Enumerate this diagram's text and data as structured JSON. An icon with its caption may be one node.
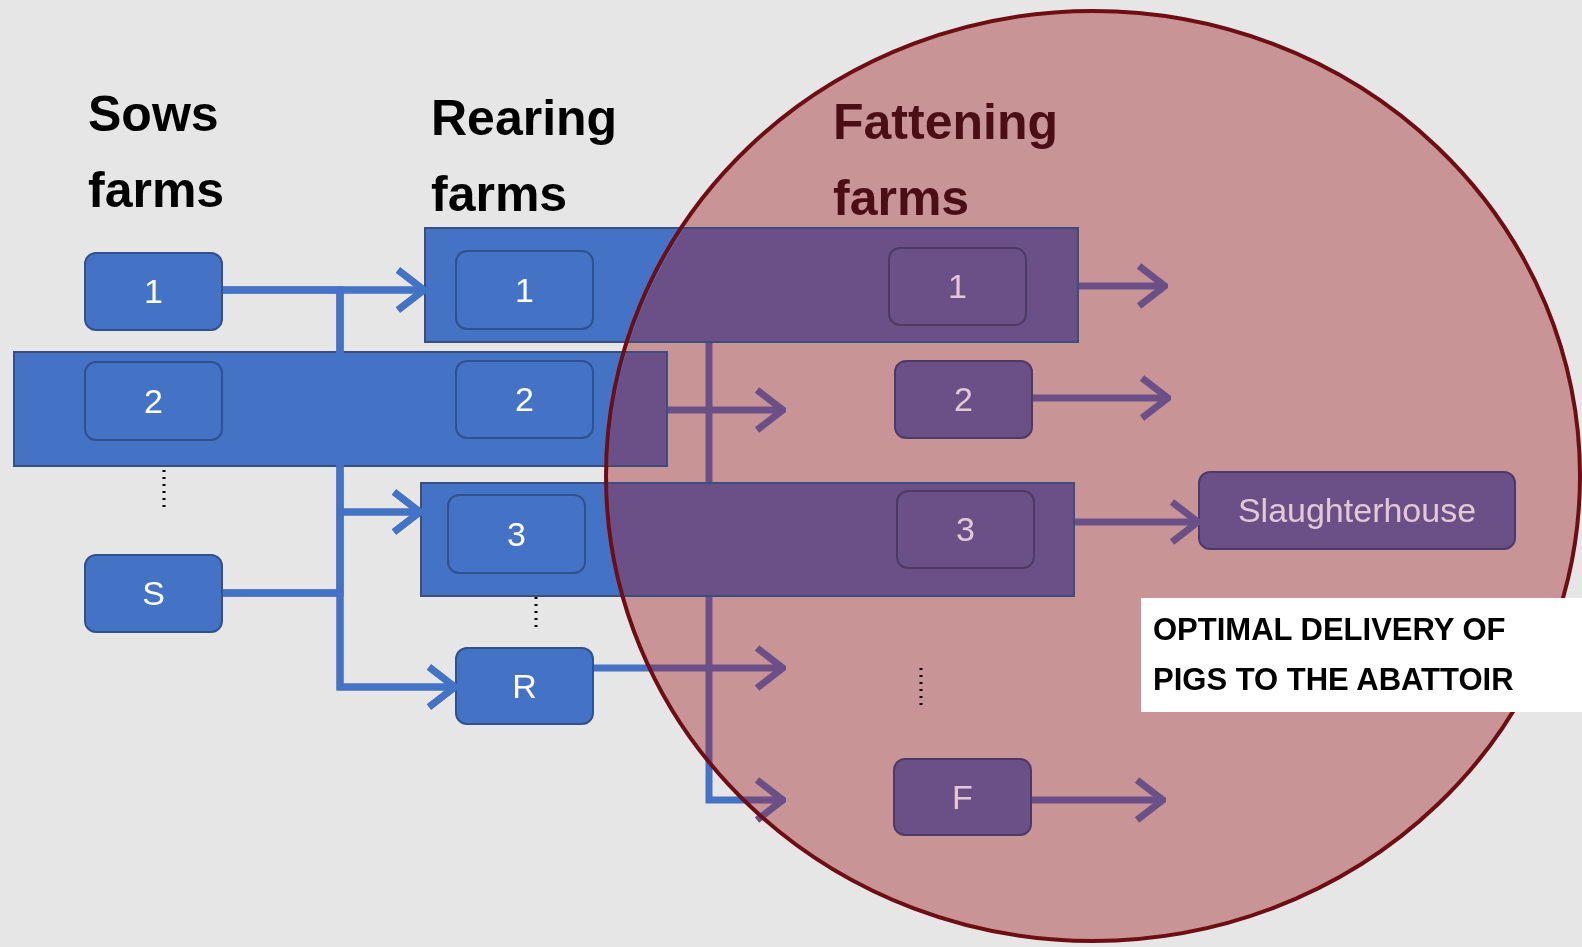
{
  "diagram": {
    "nodes": [
      {
        "text": [
          "1"
        ]
      },
      {
        "text": [],
        "shape": "box"
      },
      {
        "text": [
          "2"
        ],
        "in": 1
      },
      {
        "text": [
          "S"
        ]
      },
      {
        "text": [],
        "shape": "box"
      },
      {
        "text": [
          "1"
        ],
        "in": 4
      },
      {
        "text": [
          "2"
        ],
        "in": 1
      },
      {
        "text": [],
        "shape": "box"
      },
      {
        "text": [
          "3"
        ],
        "in": 7
      },
      {
        "text": [
          "R"
        ]
      },
      {
        "text": [
          "1"
        ],
        "in": 4
      },
      {
        "text": [
          "2"
        ]
      },
      {
        "text": [
          "3"
        ],
        "in": 7
      },
      {
        "text": [
          "F"
        ]
      },
      {
        "text": [
          "Slaughterhouse"
        ]
      },
      {
        "text": [
          "OPTIMAL DELIVERY OF PIGS TO THE ABATTOIR"
        ]
      }
    ],
    "edges": [
      {
        "from": 0,
        "to": 4,
        "arrow": "to"
      },
      {
        "from": 0,
        "to": 7,
        "arrow": "to"
      },
      {
        "from": 0,
        "to": 9,
        "arrow": "to"
      },
      {
        "from": 3,
        "to": 4,
        "arrow": "to"
      },
      {
        "from": 3,
        "to": 7,
        "arrow": "to"
      },
      {
        "from": 3,
        "to": 9,
        "arrow": "to"
      },
      {
        "from": 1,
        "to": null,
        "arrow": "to"
      },
      {
        "from": 4,
        "to": 7,
        "arrow": "none"
      },
      {
        "from": 7,
        "to": null,
        "arrow": "to"
      },
      {
        "from": 9,
        "to": null,
        "arrow": "to"
      },
      {
        "from": 4,
        "to": null,
        "arrow": "to"
      },
      {
        "from": 11,
        "to": null,
        "arrow": "to"
      },
      {
        "from": 7,
        "to": 14,
        "arrow": "to"
      },
      {
        "from": 13,
        "to": null,
        "arrow": "to"
      }
    ],
    "labels": [
      "Sows farms",
      "Rearing farms",
      "Fattening farms"
    ]
  }
}
